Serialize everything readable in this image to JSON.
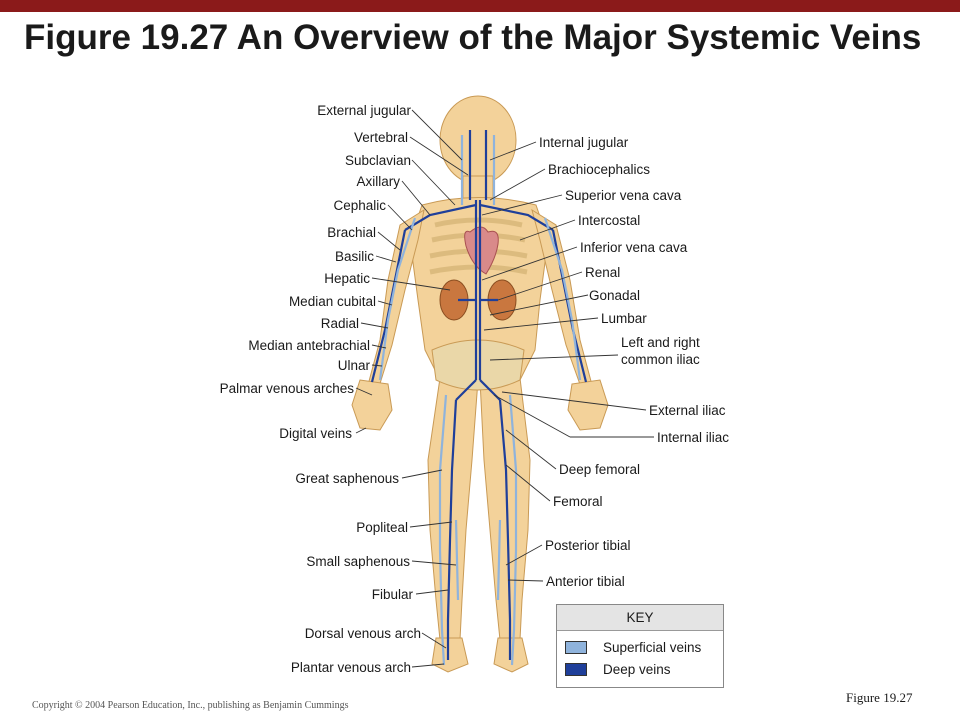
{
  "title": "Figure 19.27  An Overview of the Major Systemic Veins",
  "colors": {
    "superficial": "#8fb3dc",
    "deep": "#1f3f9a",
    "top_bar": "#8b1a1a",
    "skin": "#f3d29a"
  },
  "left_labels": [
    "External jugular",
    "Vertebral",
    "Subclavian",
    "Axillary",
    "Cephalic",
    "Brachial",
    "Basilic",
    "Hepatic",
    "Median cubital",
    "Radial",
    "Median antebrachial",
    "Ulnar",
    "Palmar venous arches",
    "Digital veins",
    "Great saphenous",
    "Popliteal",
    "Small saphenous",
    "Fibular",
    "Dorsal venous arch",
    "Plantar venous arch"
  ],
  "right_labels": [
    "Internal jugular",
    "Brachiocephalics",
    "Superior vena cava",
    "Intercostal",
    "Inferior vena cava",
    "Renal",
    "Gonadal",
    "Lumbar",
    "Left and right",
    "common iliac",
    "External iliac",
    "Internal iliac",
    "Deep femoral",
    "Femoral",
    "Posterior tibial",
    "Anterior tibial"
  ],
  "key": {
    "title": "KEY",
    "items": [
      {
        "label": "Superficial veins",
        "color": "#8fb3dc"
      },
      {
        "label": "Deep veins",
        "color": "#1f3f9a"
      }
    ]
  },
  "copyright": "Copyright © 2004 Pearson Education, Inc., publishing as Benjamin Cummings",
  "figure_ref": "Figure 19.27"
}
